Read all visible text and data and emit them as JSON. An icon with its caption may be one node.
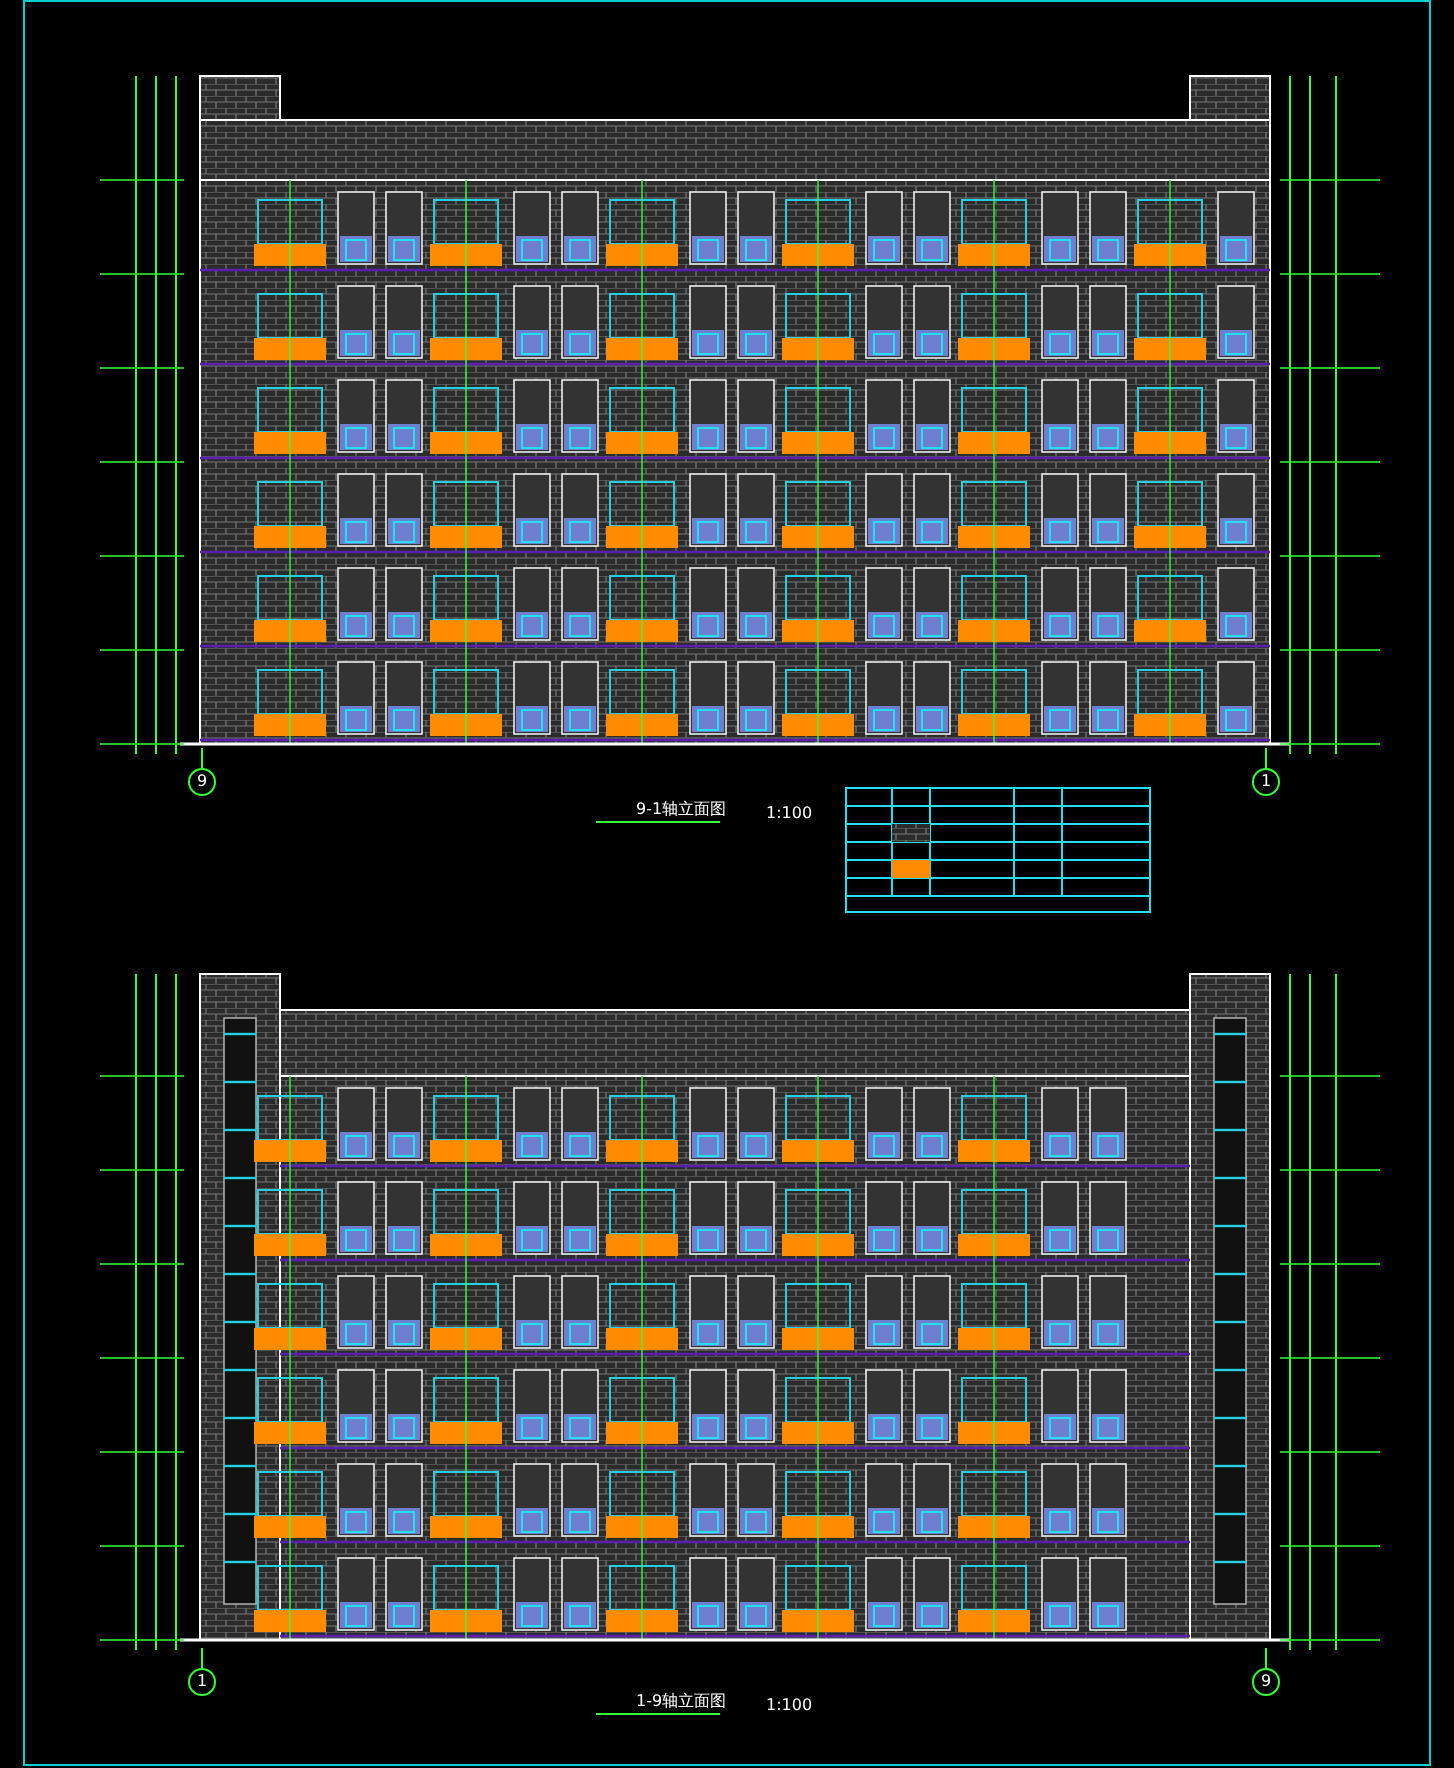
{
  "diagram": {
    "nodes": [
      {
        "text": [
          "9"
        ]
      },
      {
        "text": [
          "1"
        ]
      },
      {
        "text": [
          "1"
        ]
      },
      {
        "text": [
          "9"
        ]
      }
    ],
    "labels": [
      "9-1轴立面图",
      "1:100",
      "1-9轴立面图",
      "1:100"
    ]
  }
}
